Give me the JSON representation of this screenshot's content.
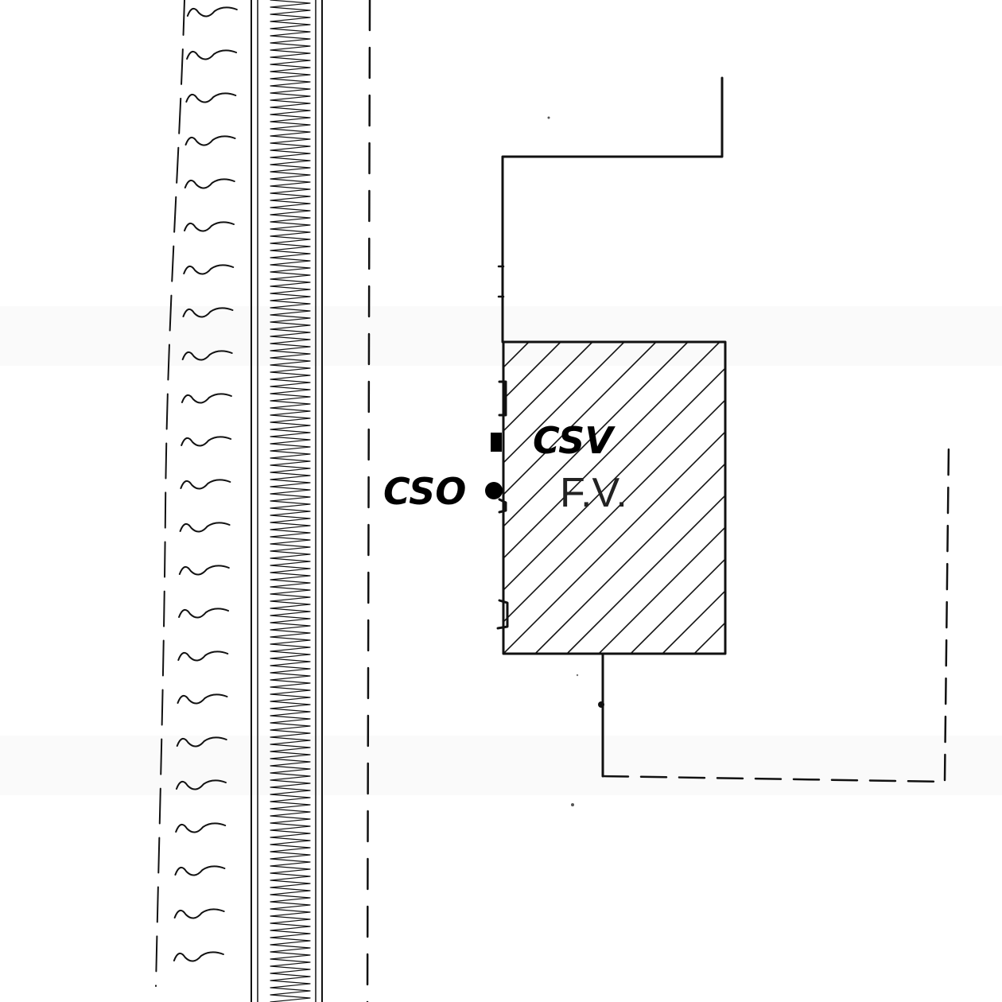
{
  "diagram": {
    "labels": {
      "csv": "CSV",
      "cso": "CSO",
      "fv": "F.V."
    },
    "colors": {
      "ink": "#111111",
      "paper": "#ffffff"
    },
    "icons": {
      "csv_marker": "square-marker-icon",
      "cso_marker": "dot-marker-icon"
    }
  }
}
